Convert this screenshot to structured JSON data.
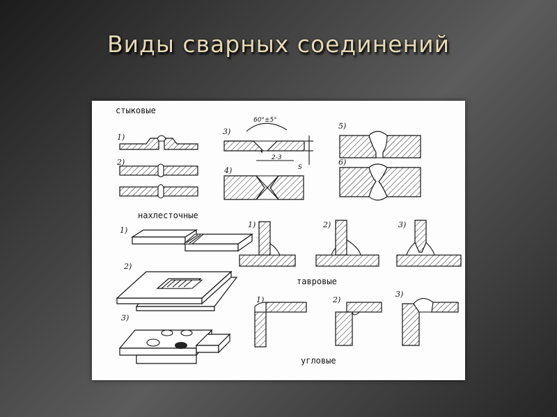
{
  "slide": {
    "title": "Виды сварных соединений"
  },
  "diagram": {
    "sections": {
      "butt": "стыковые",
      "lap": "нахлесточные",
      "tee": "тавровые",
      "corner": "угловые"
    },
    "numbers": {
      "n1": "1)",
      "n2": "2)",
      "n3": "3)",
      "n4": "4)",
      "n5": "5)",
      "n6": "6)"
    },
    "dimensions": {
      "angle": "60°±5°",
      "gap": "2-3",
      "thickness": "S"
    }
  }
}
